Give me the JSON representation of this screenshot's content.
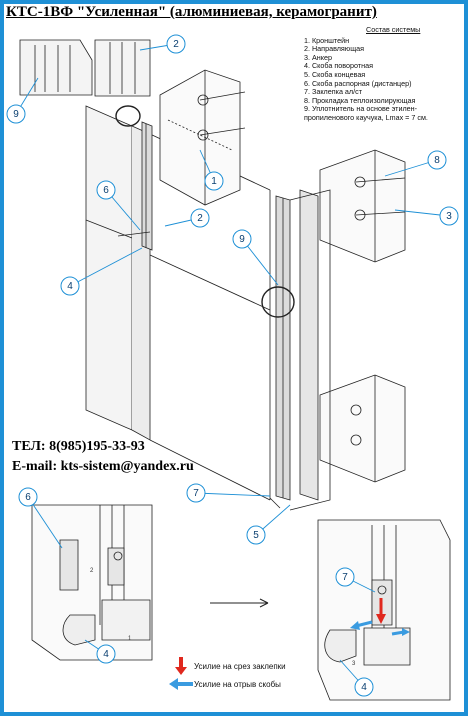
{
  "title": "КТС-1ВФ \"Усиленная\" (алюминиевая, керамогранит)",
  "legend": {
    "heading": "Состав системы",
    "items": [
      "1. Кронштейн",
      "2. Направляющая",
      "3. Анкер",
      "4. Скоба поворотная",
      "5. Скоба концевая",
      "6. Скоба распорная (дистанцер)",
      "7. Заклепка ал/ст",
      "8. Прокладка теплоизолирующая",
      "9. Уплотнитель на основе этилен-пропиленового каучука, Lmax = 7 см."
    ]
  },
  "contacts": {
    "phone": "ТЕЛ: 8(985)195-33-93",
    "email": "E-mail: kts-sistem@yandex.ru"
  },
  "callouts": [
    "1",
    "2",
    "2",
    "3",
    "4",
    "4",
    "4",
    "5",
    "6",
    "6",
    "7",
    "7",
    "8",
    "9",
    "9"
  ],
  "detail_marks": [
    "1",
    "2",
    "3"
  ],
  "arrow_legend": {
    "red": "Усилие на срез заклепки",
    "blue": "Усилие на отрыв скобы"
  },
  "colors": {
    "frame": "#1e90d6",
    "callout": "#1e90d6",
    "red_arrow": "#e0281e",
    "blue_arrow": "#3a9be0"
  }
}
